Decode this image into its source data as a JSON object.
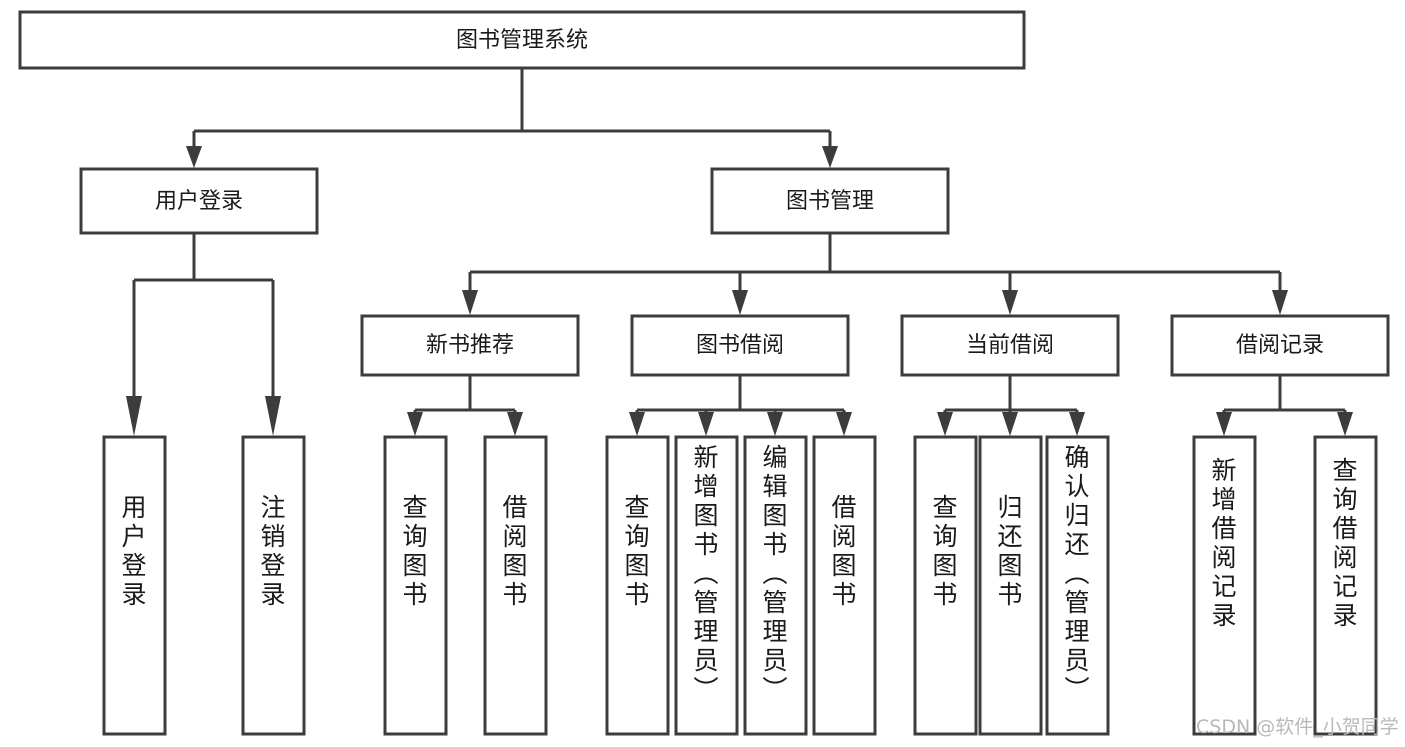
{
  "diagram": {
    "type": "tree-hierarchy-chart",
    "title": "图书管理系统",
    "background_color": "#ffffff",
    "stroke_color": "#3c3c3c",
    "text_color": "#1a1a1a",
    "root": {
      "label": "图书管理系统"
    },
    "level2": [
      {
        "label": "用户登录"
      },
      {
        "label": "图书管理"
      }
    ],
    "level3": [
      {
        "label": "新书推荐"
      },
      {
        "label": "图书借阅"
      },
      {
        "label": "当前借阅"
      },
      {
        "label": "借阅记录"
      }
    ],
    "leaves": {
      "user_login": [
        {
          "label": "用户登录"
        },
        {
          "label": "注销登录"
        }
      ],
      "new_book_recommend": [
        {
          "label": "查询图书"
        },
        {
          "label": "借阅图书"
        }
      ],
      "book_borrow": [
        {
          "label": "查询图书"
        },
        {
          "label": "新增图书（管理员）"
        },
        {
          "label": "编辑图书（管理员）"
        },
        {
          "label": "借阅图书"
        }
      ],
      "current_borrow": [
        {
          "label": "查询图书"
        },
        {
          "label": "归还图书"
        },
        {
          "label": "确认归还（管理员）"
        }
      ],
      "borrow_record": [
        {
          "label": "新增借阅记录"
        },
        {
          "label": "查询借阅记录"
        }
      ]
    },
    "watermark": "CSDN @软件_小贺同学"
  }
}
